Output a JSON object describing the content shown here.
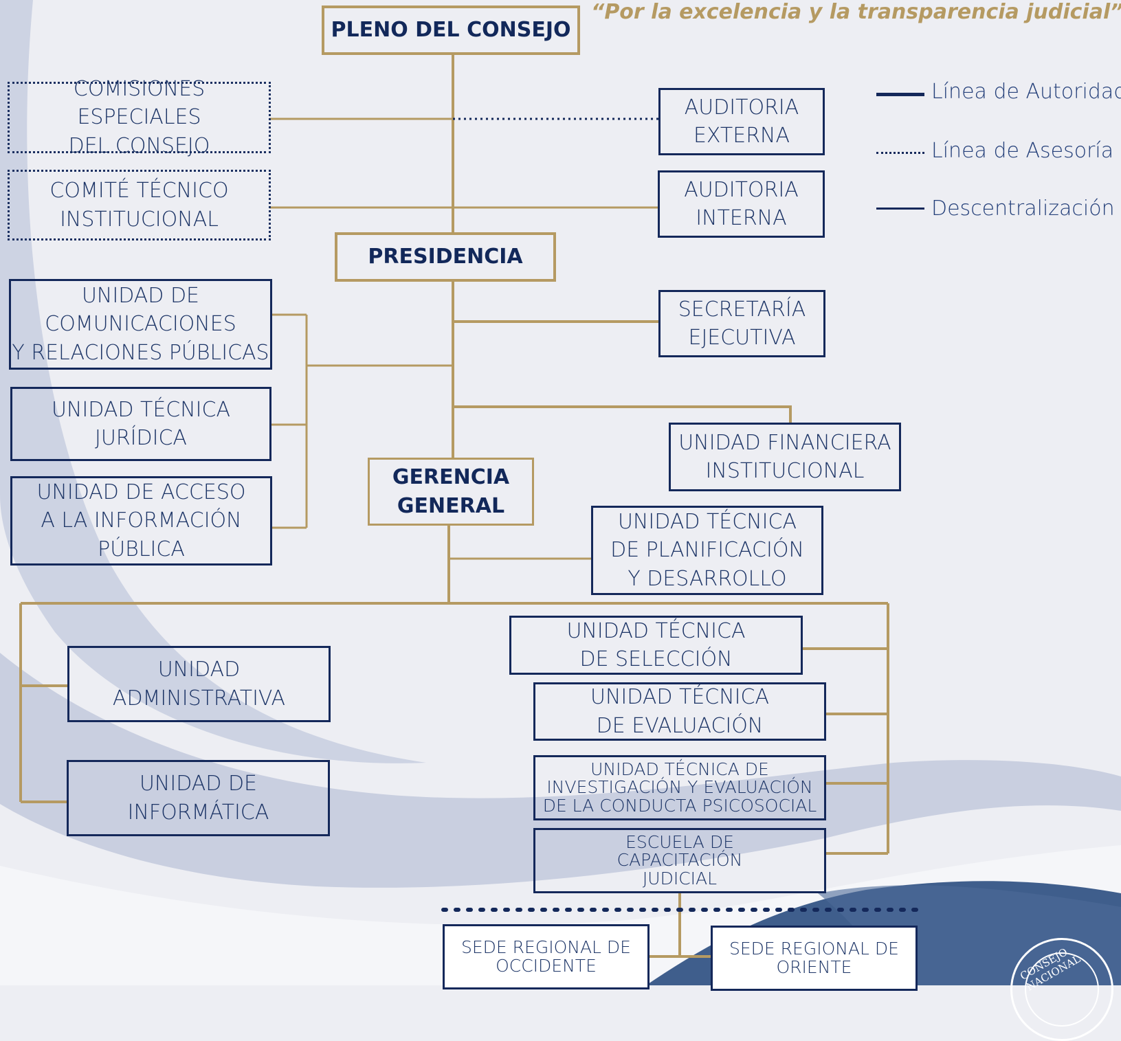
{
  "motto": "“Por la excelencia y la transparencia judicial”",
  "legend": [
    {
      "label": "Línea de Autoridad",
      "style": "solid-thick",
      "color": "#14285a"
    },
    {
      "label": "Línea de Asesoría",
      "style": "dotted",
      "color": "#14285a"
    },
    {
      "label": "Descentralización",
      "style": "solid-thin",
      "color": "#14285a"
    }
  ],
  "nodes": {
    "pleno": "PLENO DEL CONSEJO",
    "comisiones": "COMISIONES ESPECIALES\nDEL CONSEJO",
    "comite": "COMITÉ TÉCNICO\nINSTITUCIONAL",
    "auditoria_externa": "AUDITORIA\nEXTERNA",
    "auditoria_interna": "AUDITORIA\nINTERNA",
    "presidencia": "PRESIDENCIA",
    "comunicaciones": "UNIDAD DE\nCOMUNICACIONES\nY RELACIONES PÚBLICAS",
    "juridica": "UNIDAD TÉCNICA\nJURÍDICA",
    "acceso_info": "UNIDAD DE ACCESO\nA LA INFORMACIÓN\nPÚBLICA",
    "secretaria": "SECRETARÍA\nEJECUTIVA",
    "financiera": "UNIDAD FINANCIERA\nINSTITUCIONAL",
    "gerencia": "GERENCIA\nGENERAL",
    "planificacion": "UNIDAD TÉCNICA\nDE PLANIFICACIÓN\nY DESARROLLO",
    "administrativa": "UNIDAD\nADMINISTRATIVA",
    "informatica": "UNIDAD DE\nINFORMÁTICA",
    "seleccion": "UNIDAD TÉCNICA\nDE SELECCIÓN",
    "evaluacion": "UNIDAD TÉCNICA\nDE EVALUACIÓN",
    "investigacion": "UNIDAD TÉCNICA DE\nINVESTIGACIÓN Y EVALUACIÓN\nDE LA CONDUCTA  PSICOSOCIAL",
    "escuela": "ESCUELA DE\nCAPACITACIÓN\nJUDICIAL",
    "sede_occidente": "SEDE REGIONAL DE\nOCCIDENTE",
    "sede_oriente": "SEDE REGIONAL DE\nORIENTE"
  },
  "colors": {
    "gold": "#b59a62",
    "navy": "#14285a",
    "background": "#edeef3",
    "wave_light": "#c9cfe0",
    "wave_dark": "#3f5e8c"
  },
  "seal_text": "CONSEJO NACIONAL"
}
